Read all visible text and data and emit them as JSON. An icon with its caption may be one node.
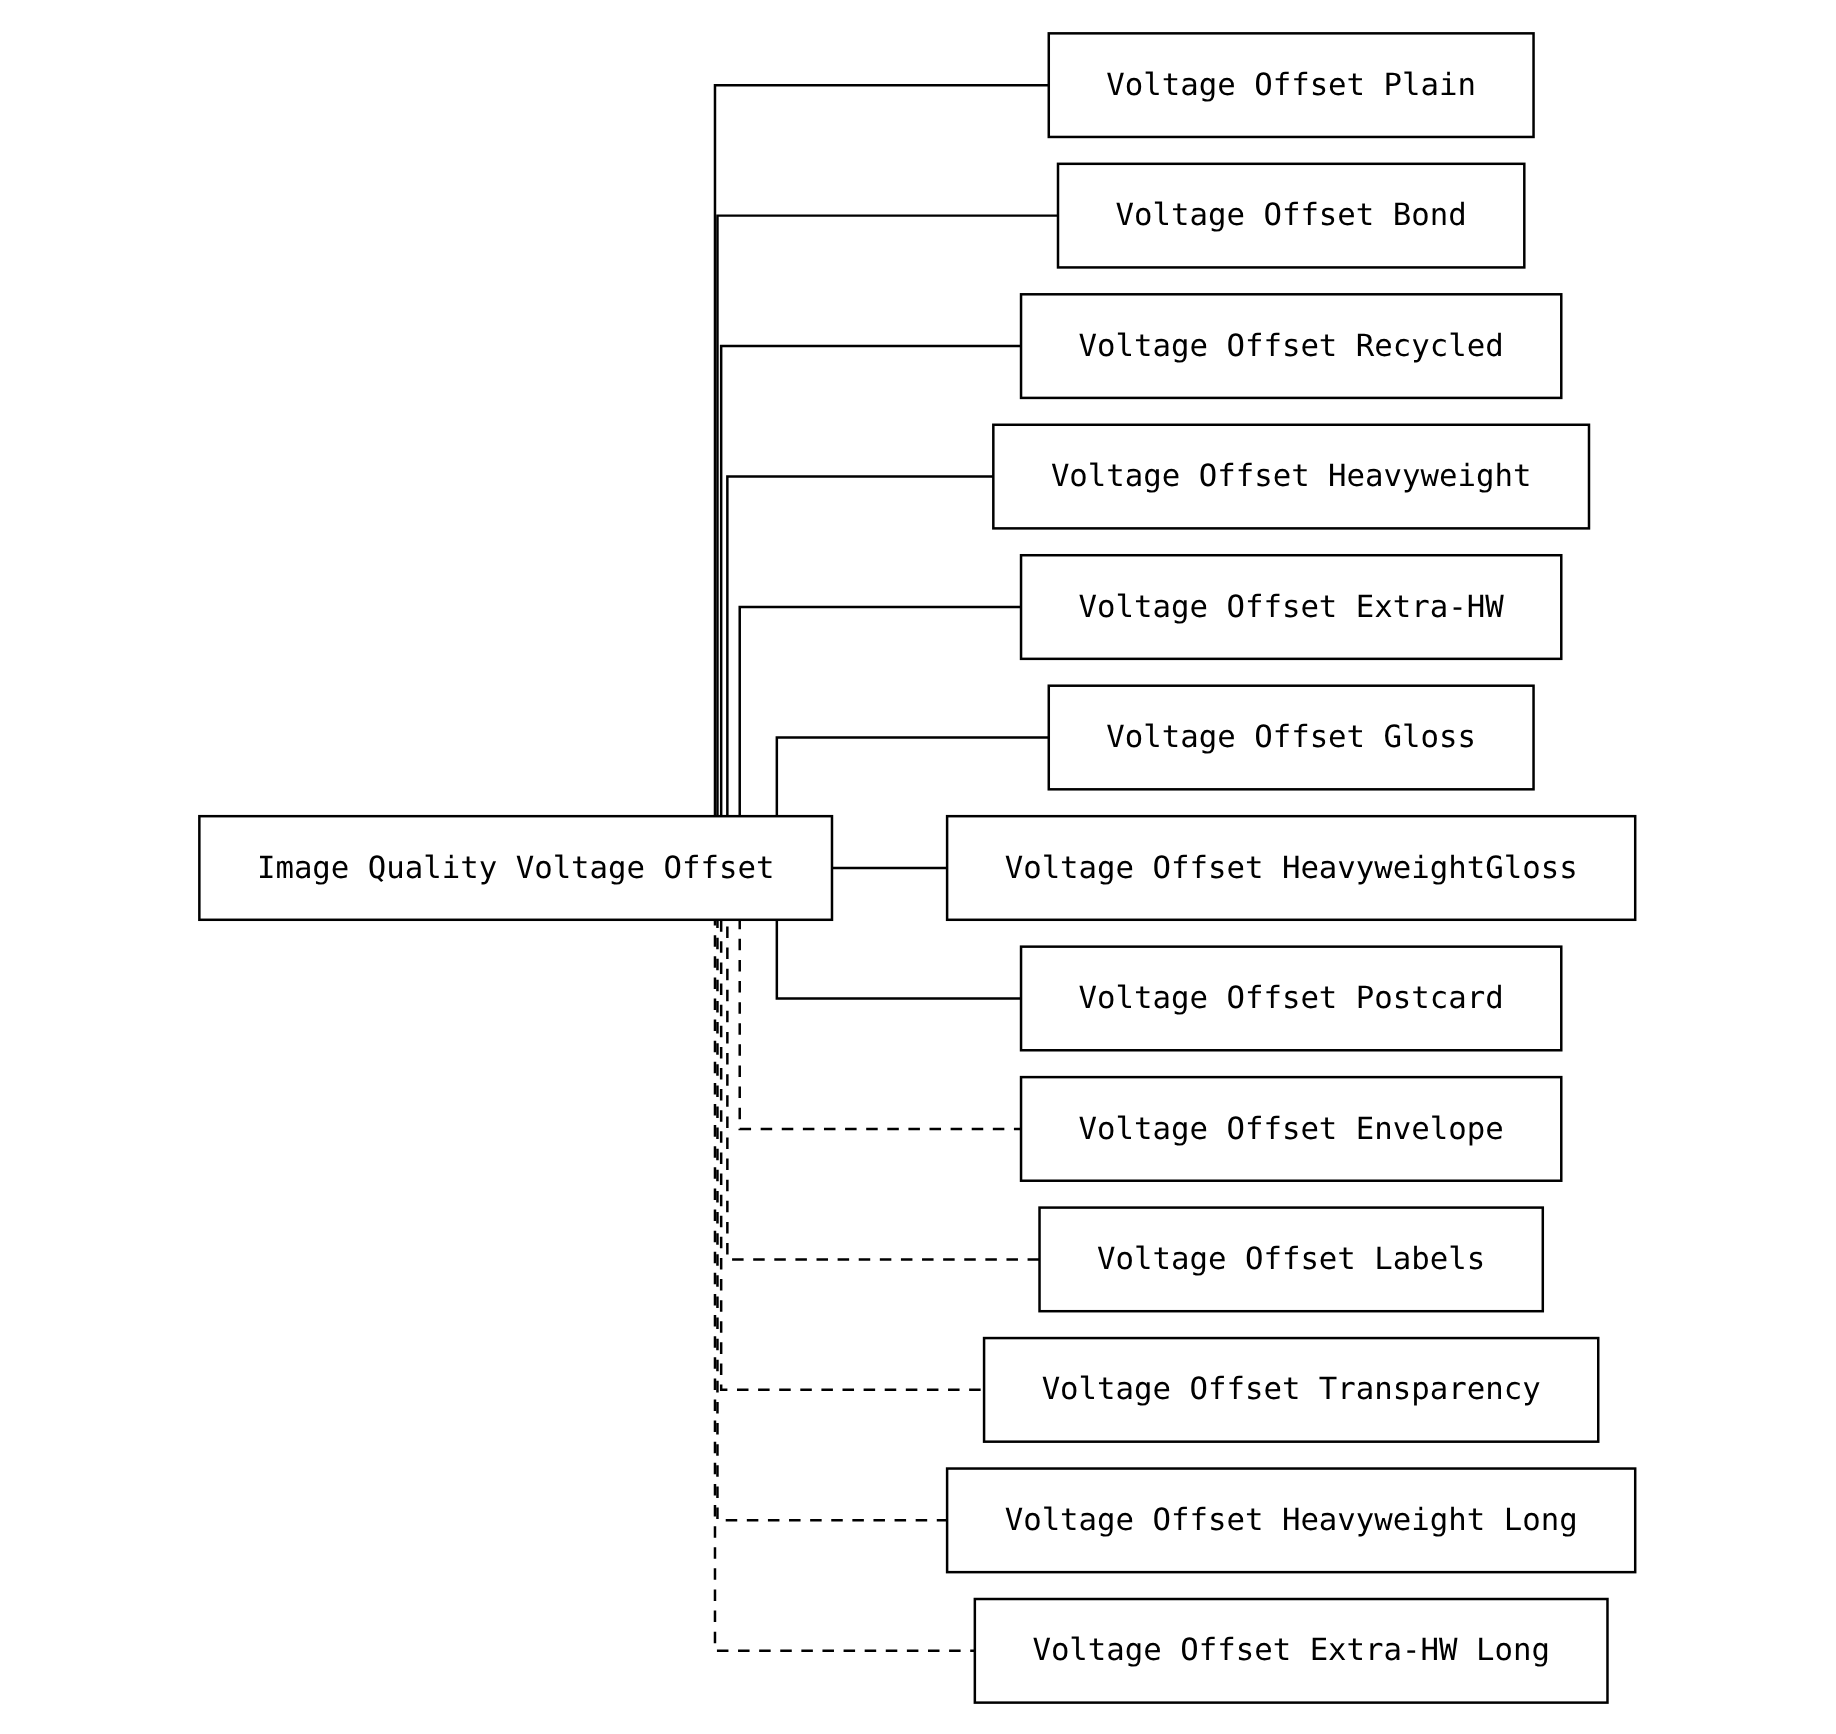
{
  "diagram": {
    "nodes": [
      {
        "text": [
          "Image Quality Voltage Offset"
        ]
      },
      {
        "text": [
          "Voltage Offset Plain"
        ]
      },
      {
        "text": [
          "Voltage Offset Bond"
        ]
      },
      {
        "text": [
          "Voltage Offset Recycled"
        ]
      },
      {
        "text": [
          "Voltage Offset Heavyweight"
        ]
      },
      {
        "text": [
          "Voltage Offset Extra-HW"
        ]
      },
      {
        "text": [
          "Voltage Offset Gloss"
        ]
      },
      {
        "text": [
          "Voltage Offset HeavyweightGloss"
        ]
      },
      {
        "text": [
          "Voltage Offset Postcard"
        ]
      },
      {
        "text": [
          "Voltage Offset Envelope"
        ]
      },
      {
        "text": [
          "Voltage Offset Labels"
        ]
      },
      {
        "text": [
          "Voltage Offset Transparency"
        ]
      },
      {
        "text": [
          "Voltage Offset Heavyweight Long"
        ]
      },
      {
        "text": [
          "Voltage Offset Extra-HW Long"
        ]
      }
    ],
    "edges": [
      {
        "from": 0,
        "to": 1,
        "arrow": "none"
      },
      {
        "from": 0,
        "to": 2,
        "arrow": "none"
      },
      {
        "from": 0,
        "to": 3,
        "arrow": "none"
      },
      {
        "from": 0,
        "to": 4,
        "arrow": "none"
      },
      {
        "from": 0,
        "to": 5,
        "arrow": "none"
      },
      {
        "from": 0,
        "to": 6,
        "arrow": "none"
      },
      {
        "from": 0,
        "to": 7,
        "arrow": "none"
      },
      {
        "from": 0,
        "to": 8,
        "arrow": "none"
      },
      {
        "from": 0,
        "to": 9,
        "arrow": "none",
        "style": "dashed"
      },
      {
        "from": 0,
        "to": 10,
        "arrow": "none",
        "style": "dashed"
      },
      {
        "from": 0,
        "to": 11,
        "arrow": "none",
        "style": "dashed"
      },
      {
        "from": 0,
        "to": 12,
        "arrow": "none",
        "style": "dashed"
      },
      {
        "from": 0,
        "to": 13,
        "arrow": "none",
        "style": "dashed"
      }
    ]
  }
}
